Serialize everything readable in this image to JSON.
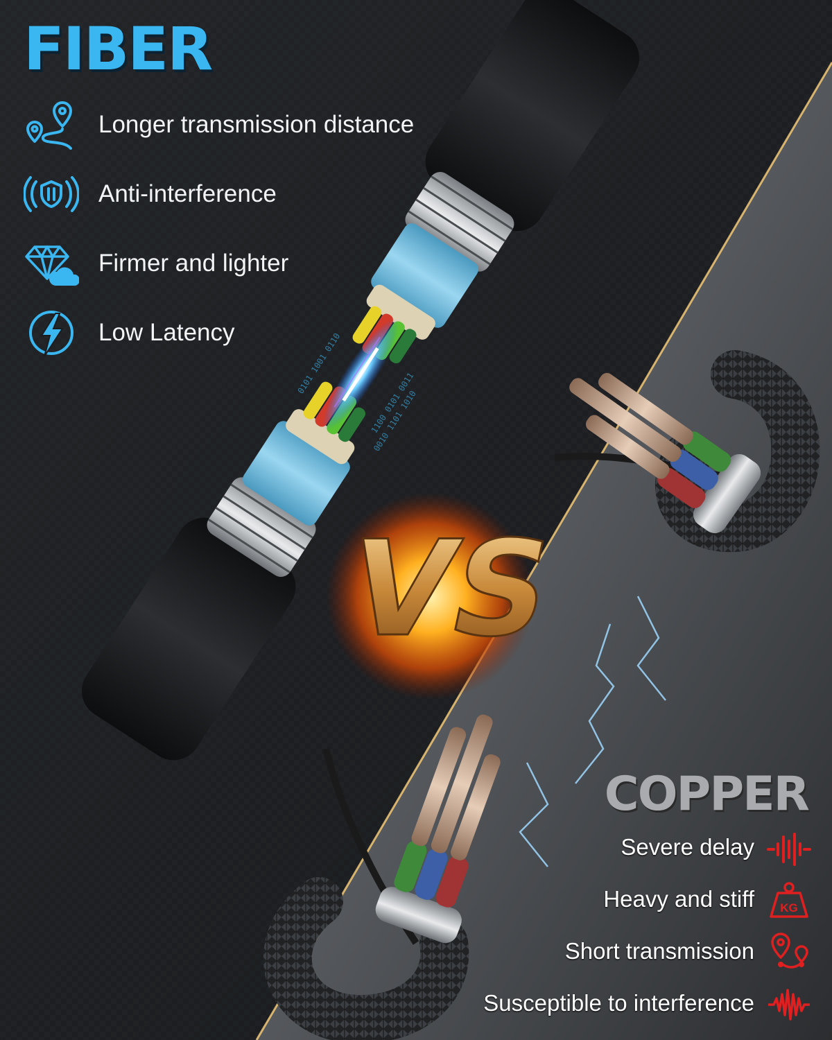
{
  "fiber": {
    "title": "FIBER",
    "color": "#3ab6f0",
    "features": [
      {
        "icon": "route-pin-icon",
        "label": "Longer transmission distance"
      },
      {
        "icon": "shield-signal-icon",
        "label": "Anti-interference"
      },
      {
        "icon": "diamond-cloud-icon",
        "label": "Firmer and lighter"
      },
      {
        "icon": "lightning-icon",
        "label": "Low Latency"
      }
    ]
  },
  "versus": {
    "label": "VS"
  },
  "copper": {
    "title": "COPPER",
    "color": "#e02020",
    "features": [
      {
        "icon": "signal-delay-icon",
        "label": "Severe delay"
      },
      {
        "icon": "kg-weight-icon",
        "label": "Heavy and stiff",
        "badge": "KG"
      },
      {
        "icon": "location-pins-icon",
        "label": "Short transmission"
      },
      {
        "icon": "interference-wave-icon",
        "label": "Susceptible to interference"
      }
    ]
  }
}
